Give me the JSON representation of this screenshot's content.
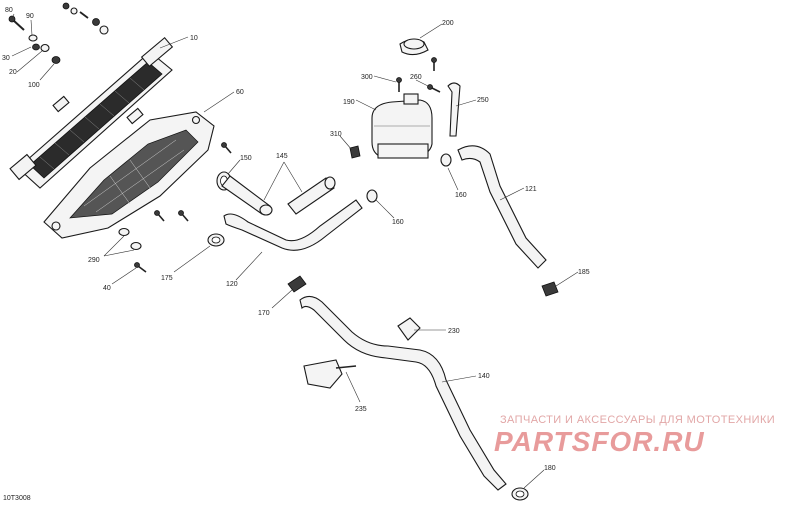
{
  "diagram_id": "10T3008",
  "watermark": {
    "subtitle": "ЗАПЧАСТИ И АКСЕССУАРЫ ДЛЯ МОТОТЕХНИКИ",
    "brand": "PARTSFOR.RU"
  },
  "callouts": [
    {
      "id": "c80",
      "text": "80"
    },
    {
      "id": "c90",
      "text": "90"
    },
    {
      "id": "c30",
      "text": "30"
    },
    {
      "id": "c20",
      "text": "20"
    },
    {
      "id": "c100",
      "text": "100"
    },
    {
      "id": "c10",
      "text": "10"
    },
    {
      "id": "c60",
      "text": "60"
    },
    {
      "id": "c150",
      "text": "150"
    },
    {
      "id": "c145",
      "text": "145"
    },
    {
      "id": "c160a",
      "text": "160"
    },
    {
      "id": "c290",
      "text": "290"
    },
    {
      "id": "c40",
      "text": "40"
    },
    {
      "id": "c175",
      "text": "175"
    },
    {
      "id": "c120",
      "text": "120"
    },
    {
      "id": "c200",
      "text": "200"
    },
    {
      "id": "c300",
      "text": "300"
    },
    {
      "id": "c260",
      "text": "260"
    },
    {
      "id": "c250",
      "text": "250"
    },
    {
      "id": "c190",
      "text": "190"
    },
    {
      "id": "c310",
      "text": "310"
    },
    {
      "id": "c160b",
      "text": "160"
    },
    {
      "id": "c121",
      "text": "121"
    },
    {
      "id": "c185",
      "text": "185"
    },
    {
      "id": "c170",
      "text": "170"
    },
    {
      "id": "c230",
      "text": "230"
    },
    {
      "id": "c140",
      "text": "140"
    },
    {
      "id": "c235",
      "text": "235"
    },
    {
      "id": "c180",
      "text": "180"
    }
  ]
}
